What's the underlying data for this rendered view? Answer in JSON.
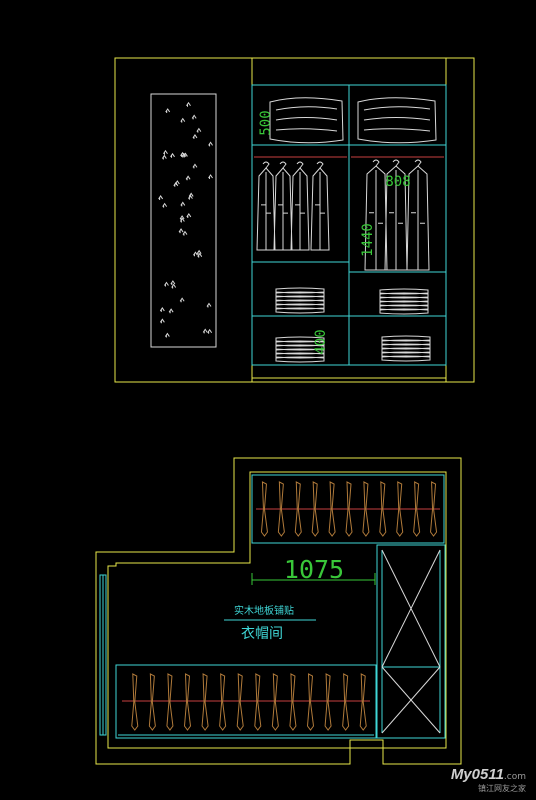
{
  "elevation": {
    "dims": {
      "top_shelf": "500",
      "rod_width": "808",
      "hang_height": "1440",
      "bottom": "400"
    }
  },
  "plan": {
    "dim_width": "1075",
    "material_label": "实木地板铺贴",
    "room_name": "衣帽间"
  },
  "watermark": {
    "logo": "My0511",
    "suffix": ".com",
    "sub": "镇江网友之家"
  },
  "colors": {
    "bg": "#000000",
    "wall": "#e8e84a",
    "cabinet": "#3fd6d6",
    "furniture": "#d8d8d8",
    "hanger": "#b07a3a",
    "dim": "#39c739"
  }
}
